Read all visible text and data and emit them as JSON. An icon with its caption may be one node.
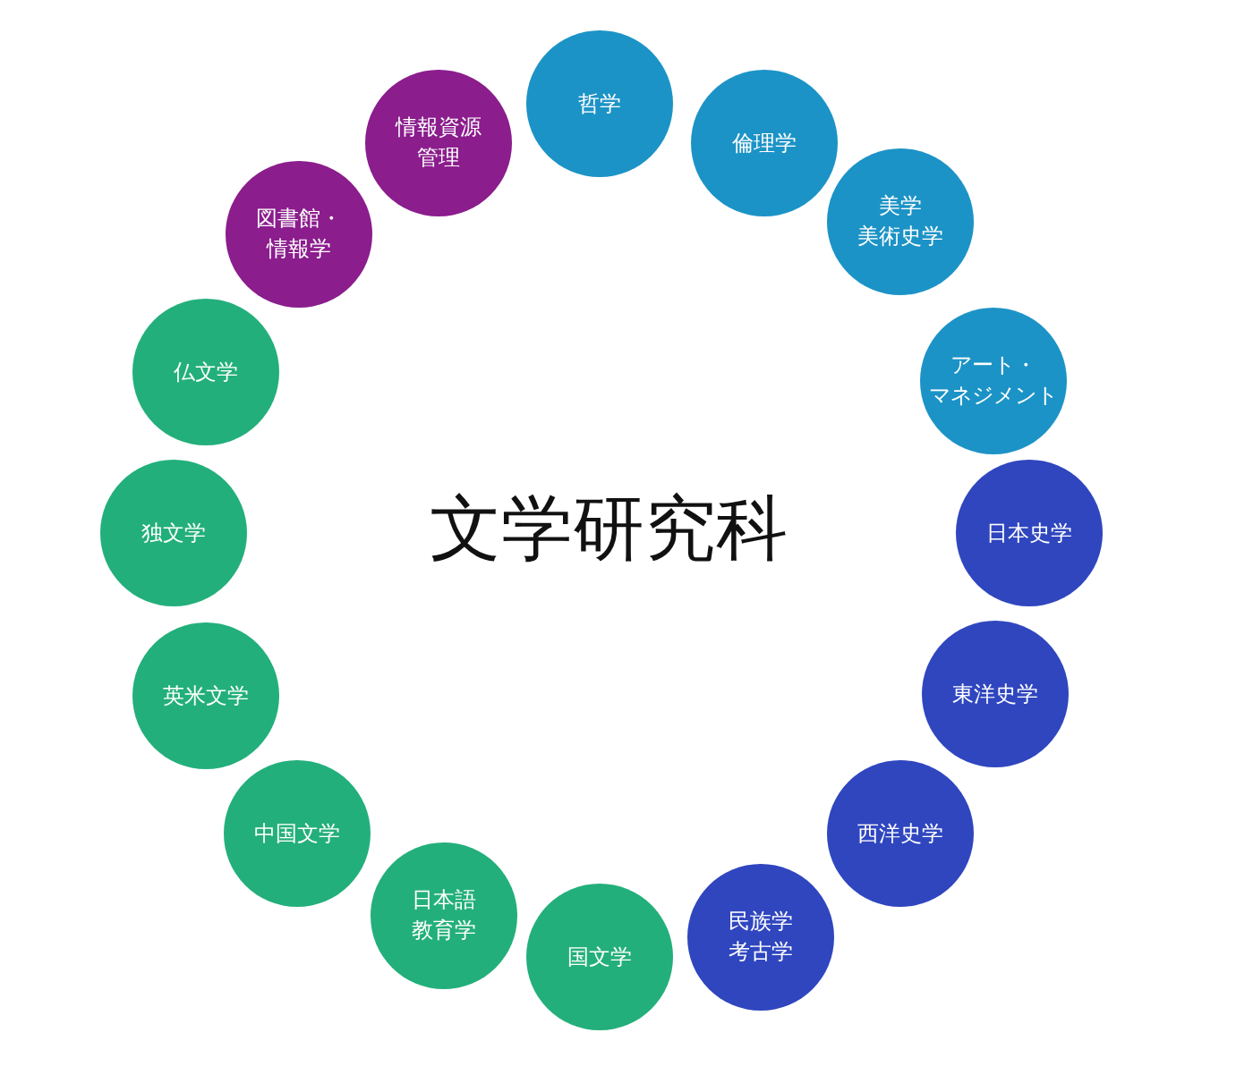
{
  "diagram": {
    "title": "文学研究科",
    "nodes": [
      {
        "text": [
          "哲学"
        ]
      },
      {
        "text": [
          "倫理学"
        ]
      },
      {
        "text": [
          "美学美術史学"
        ]
      },
      {
        "text": [
          "アート・マネジメント"
        ]
      },
      {
        "text": [
          "日本史学"
        ]
      },
      {
        "text": [
          "東洋史学"
        ]
      },
      {
        "text": [
          "西洋史学"
        ]
      },
      {
        "text": [
          "民族学考古学"
        ]
      },
      {
        "text": [
          "国文学"
        ]
      },
      {
        "text": [
          "日本語教育学"
        ]
      },
      {
        "text": [
          "中国文学"
        ]
      },
      {
        "text": [
          "英米文学"
        ]
      },
      {
        "text": [
          "独文学"
        ]
      },
      {
        "text": [
          "仏文学"
        ]
      },
      {
        "text": [
          "図書館・情報学"
        ]
      },
      {
        "text": [
          "情報資源管理"
        ]
      }
    ]
  }
}
